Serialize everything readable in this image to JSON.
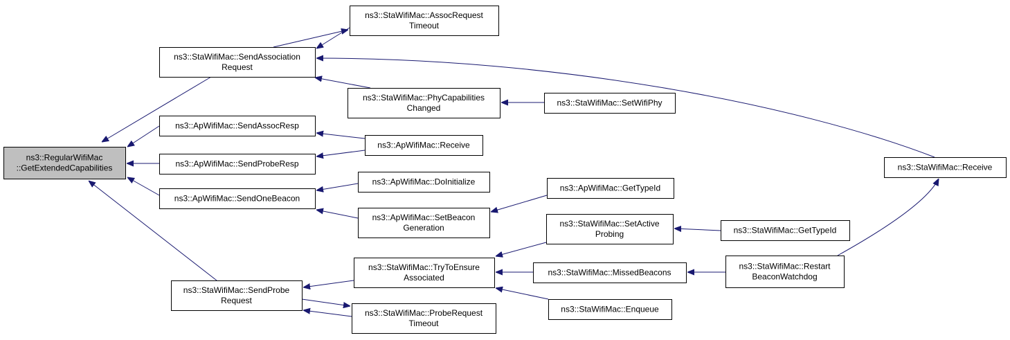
{
  "colors": {
    "edge": "#191970",
    "node_border": "#000000",
    "node_fill": "#ffffff",
    "root_fill": "#bfbfbf",
    "text": "#000000"
  },
  "nodes": [
    {
      "id": "root",
      "lines": [
        "ns3::RegularWifiMac",
        "::GetExtendedCapabilities"
      ],
      "root": true
    },
    {
      "id": "sendAssocReq",
      "lines": [
        "ns3::StaWifiMac::SendAssociation",
        "Request"
      ]
    },
    {
      "id": "sendAssocResp",
      "lines": [
        "ns3::ApWifiMac::SendAssocResp"
      ]
    },
    {
      "id": "sendProbeResp",
      "lines": [
        "ns3::ApWifiMac::SendProbeResp"
      ]
    },
    {
      "id": "sendOneBeacon",
      "lines": [
        "ns3::ApWifiMac::SendOneBeacon"
      ]
    },
    {
      "id": "sendProbeReq",
      "lines": [
        "ns3::StaWifiMac::SendProbe",
        "Request"
      ]
    },
    {
      "id": "assocReqTimeout",
      "lines": [
        "ns3::StaWifiMac::AssocRequest",
        "Timeout"
      ]
    },
    {
      "id": "phyCapChanged",
      "lines": [
        "ns3::StaWifiMac::PhyCapabilities",
        "Changed"
      ]
    },
    {
      "id": "apReceive",
      "lines": [
        "ns3::ApWifiMac::Receive"
      ]
    },
    {
      "id": "doInitialize",
      "lines": [
        "ns3::ApWifiMac::DoInitialize"
      ]
    },
    {
      "id": "setBeaconGen",
      "lines": [
        "ns3::ApWifiMac::SetBeacon",
        "Generation"
      ]
    },
    {
      "id": "tryToEnsure",
      "lines": [
        "ns3::StaWifiMac::TryToEnsure",
        "Associated"
      ]
    },
    {
      "id": "probeReqTimeout",
      "lines": [
        "ns3::StaWifiMac::ProbeRequest",
        "Timeout"
      ]
    },
    {
      "id": "setWifiPhy",
      "lines": [
        "ns3::StaWifiMac::SetWifiPhy"
      ]
    },
    {
      "id": "apGetTypeId",
      "lines": [
        "ns3::ApWifiMac::GetTypeId"
      ]
    },
    {
      "id": "setActiveProbing",
      "lines": [
        "ns3::StaWifiMac::SetActive",
        "Probing"
      ]
    },
    {
      "id": "missedBeacons",
      "lines": [
        "ns3::StaWifiMac::MissedBeacons"
      ]
    },
    {
      "id": "enqueue",
      "lines": [
        "ns3::StaWifiMac::Enqueue"
      ]
    },
    {
      "id": "staGetTypeId",
      "lines": [
        "ns3::StaWifiMac::GetTypeId"
      ]
    },
    {
      "id": "restartBeacon",
      "lines": [
        "ns3::StaWifiMac::Restart",
        "BeaconWatchdog"
      ]
    },
    {
      "id": "staReceive",
      "lines": [
        "ns3::StaWifiMac::Receive"
      ]
    }
  ],
  "edges": [
    {
      "from": "sendAssocReq",
      "to": "root"
    },
    {
      "from": "sendAssocResp",
      "to": "root"
    },
    {
      "from": "sendProbeResp",
      "to": "root"
    },
    {
      "from": "sendOneBeacon",
      "to": "root"
    },
    {
      "from": "sendProbeReq",
      "to": "root"
    },
    {
      "from": "assocReqTimeout",
      "to": "sendAssocReq"
    },
    {
      "from": "sendAssocReq",
      "to": "assocReqTimeout"
    },
    {
      "from": "phyCapChanged",
      "to": "sendAssocReq"
    },
    {
      "from": "staReceive",
      "to": "sendAssocReq"
    },
    {
      "from": "setWifiPhy",
      "to": "phyCapChanged"
    },
    {
      "from": "apReceive",
      "to": "sendAssocResp"
    },
    {
      "from": "apReceive",
      "to": "sendProbeResp"
    },
    {
      "from": "doInitialize",
      "to": "sendOneBeacon"
    },
    {
      "from": "setBeaconGen",
      "to": "sendOneBeacon"
    },
    {
      "from": "apGetTypeId",
      "to": "setBeaconGen"
    },
    {
      "from": "tryToEnsure",
      "to": "sendProbeReq"
    },
    {
      "from": "probeReqTimeout",
      "to": "sendProbeReq"
    },
    {
      "from": "sendProbeReq",
      "to": "probeReqTimeout"
    },
    {
      "from": "setActiveProbing",
      "to": "tryToEnsure"
    },
    {
      "from": "missedBeacons",
      "to": "tryToEnsure"
    },
    {
      "from": "enqueue",
      "to": "tryToEnsure"
    },
    {
      "from": "staGetTypeId",
      "to": "setActiveProbing"
    },
    {
      "from": "restartBeacon",
      "to": "missedBeacons"
    },
    {
      "from": "restartBeacon",
      "to": "staReceive"
    }
  ]
}
